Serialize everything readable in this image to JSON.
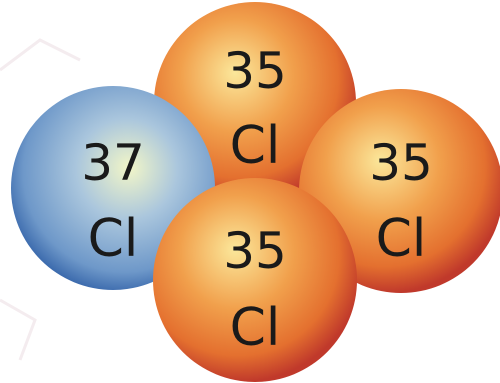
{
  "atoms": [
    {
      "id": "top",
      "mass": "35",
      "symbol": "Cl",
      "color": "orange"
    },
    {
      "id": "left",
      "mass": "37",
      "symbol": "Cl",
      "color": "blue"
    },
    {
      "id": "right",
      "mass": "35",
      "symbol": "Cl",
      "color": "orange"
    },
    {
      "id": "bottom",
      "mass": "35",
      "symbol": "Cl",
      "color": "orange"
    }
  ],
  "colors": {
    "orange_highlight": "#fbe79a",
    "orange_mid": "#ef8a3d",
    "orange_edge": "#c0392b",
    "blue_highlight": "#f2f6c8",
    "blue_mid": "#7da6d2",
    "blue_edge": "#2f5fa6"
  }
}
